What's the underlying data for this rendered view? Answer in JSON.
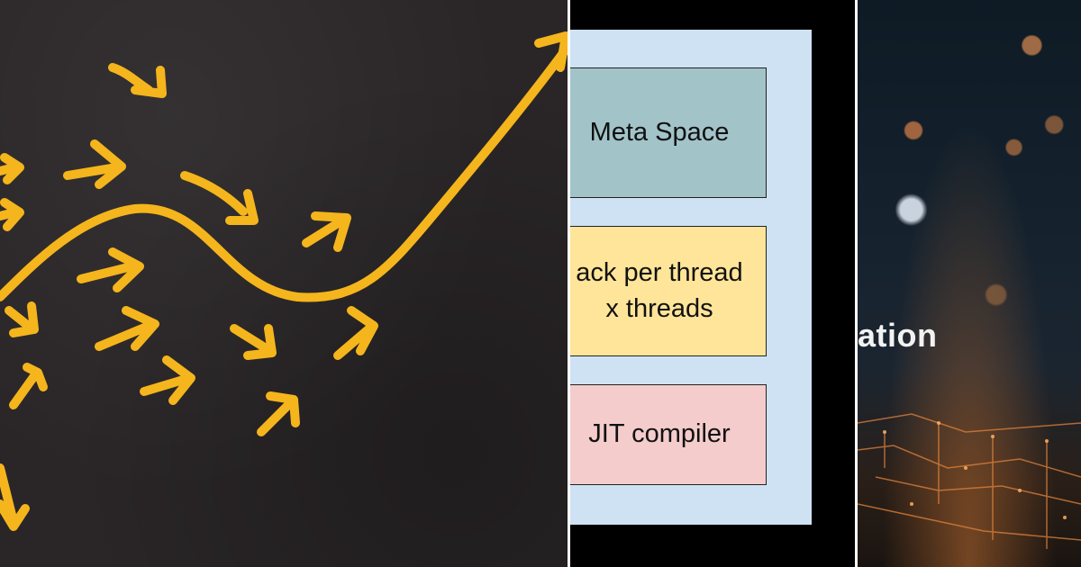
{
  "panels": {
    "left": {
      "chalk_color": "#f5b51c"
    },
    "middle": {
      "boxes": [
        {
          "lines": [
            "Meta Space"
          ],
          "color": "#a2c4c9"
        },
        {
          "lines": [
            "ack per thread",
            "x threads"
          ],
          "color": "#ffe599"
        },
        {
          "lines": [
            "JIT compiler"
          ],
          "color": "#f4cccc"
        }
      ],
      "background_color": "#cfe2f3"
    },
    "right": {
      "caption": "ation"
    }
  }
}
